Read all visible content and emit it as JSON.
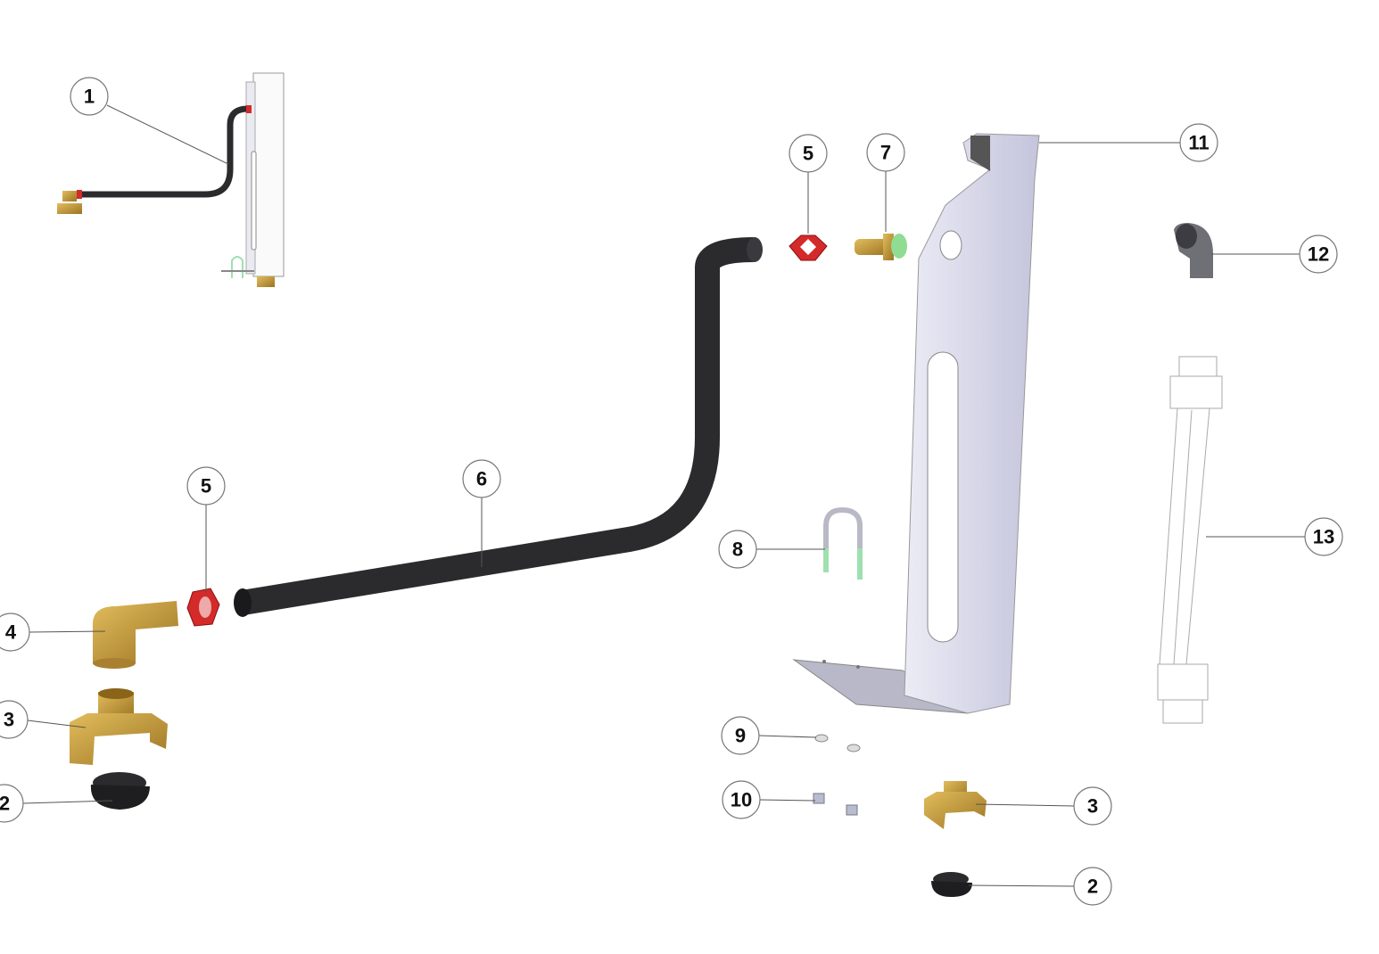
{
  "diagram": {
    "type": "exploded-parts-view",
    "callouts": [
      {
        "label": "1",
        "part": "assembly-overview"
      },
      {
        "label": "2",
        "part": "rubber-seal-left"
      },
      {
        "label": "3",
        "part": "brass-coupling-left"
      },
      {
        "label": "4",
        "part": "brass-elbow"
      },
      {
        "label": "5",
        "part": "hose-clamp-lower"
      },
      {
        "label": "6",
        "part": "hose"
      },
      {
        "label": "5",
        "part": "hose-clamp-upper"
      },
      {
        "label": "7",
        "part": "brass-hose-nipple"
      },
      {
        "label": "8",
        "part": "u-bolt"
      },
      {
        "label": "9",
        "part": "washers"
      },
      {
        "label": "10",
        "part": "nuts"
      },
      {
        "label": "11",
        "part": "mounting-bracket"
      },
      {
        "label": "12",
        "part": "grey-elbow"
      },
      {
        "label": "13",
        "part": "clear-sight-tube"
      },
      {
        "label": "3",
        "part": "brass-coupling-right"
      },
      {
        "label": "2",
        "part": "rubber-seal-right"
      }
    ],
    "colors": {
      "hose": "#2b2b2e",
      "brass": "#c9a040",
      "clamp": "#d42a2a",
      "bracket": "#d9d9ec",
      "ubolt": "#9fe0b0"
    }
  }
}
